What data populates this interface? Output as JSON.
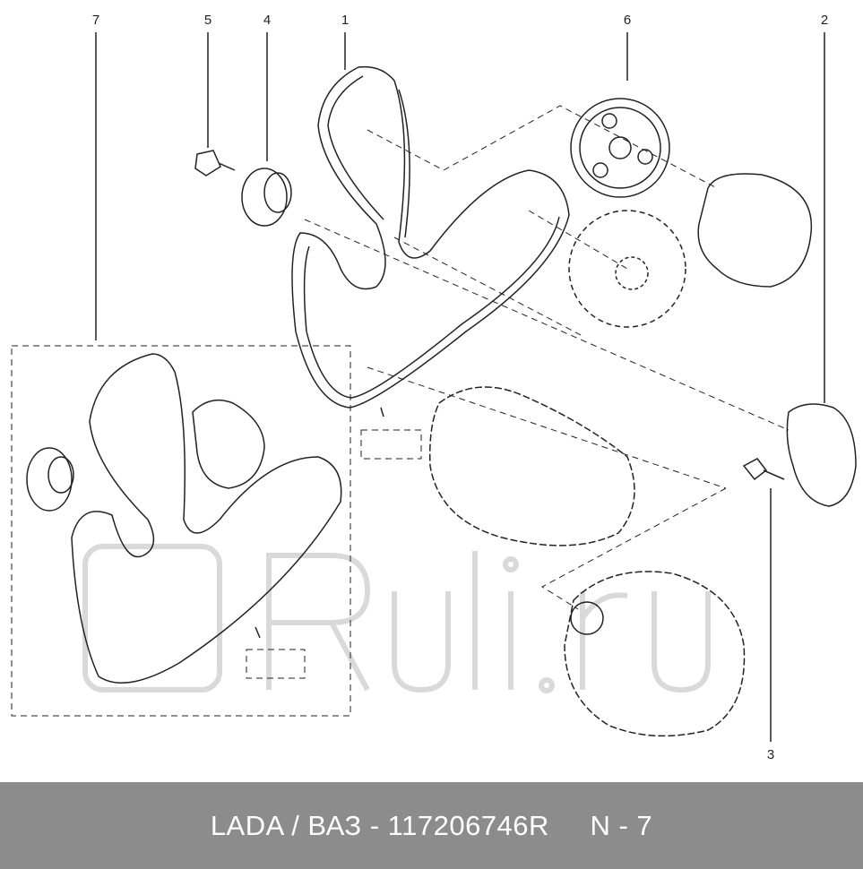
{
  "callouts": [
    {
      "id": "7",
      "text": "7"
    },
    {
      "id": "5",
      "text": "5"
    },
    {
      "id": "4",
      "text": "4"
    },
    {
      "id": "1",
      "text": "1"
    },
    {
      "id": "6",
      "text": "6"
    },
    {
      "id": "2",
      "text": "2"
    },
    {
      "id": "3",
      "text": "3"
    }
  ],
  "watermark": "Ruli.ru",
  "footer": {
    "text": "LADA / ВАЗ - 117206746R     N - 7"
  },
  "colors": {
    "footer_bg": "#8c8c8c",
    "footer_text": "#ffffff",
    "line": "#222222",
    "watermark": "#d9d9d9"
  }
}
